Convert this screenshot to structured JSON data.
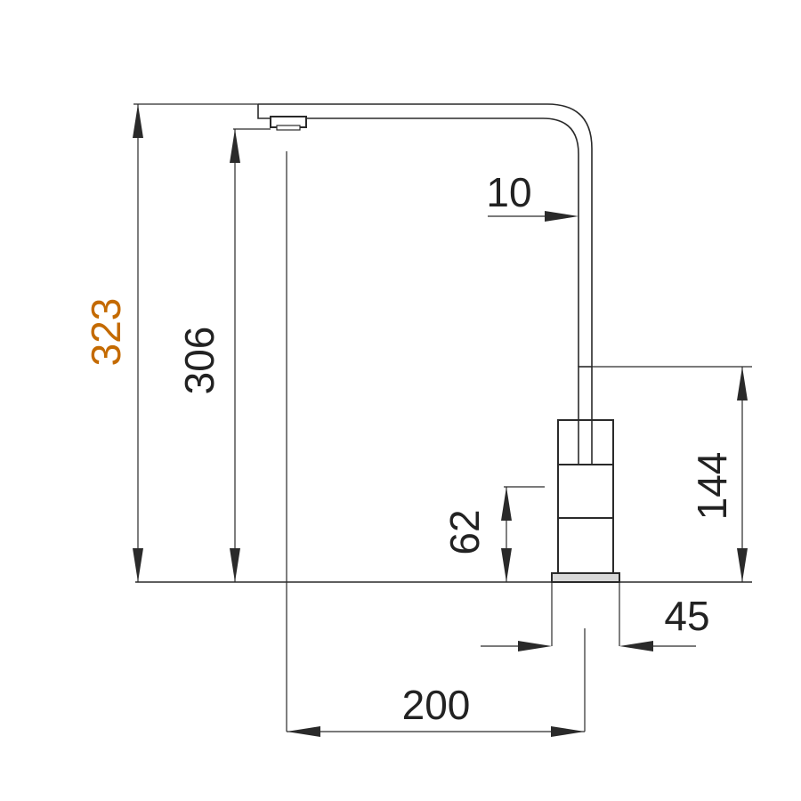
{
  "colors": {
    "line": "#2a2a2a",
    "text": "#222222",
    "background": "#ffffff"
  },
  "dimensions": {
    "total_height": "323",
    "spout_height": "306",
    "spout_tube_diameter": "10",
    "base_to_lever_height": "144",
    "lever_height": "62",
    "base_diameter": "45",
    "spout_reach": "200"
  }
}
